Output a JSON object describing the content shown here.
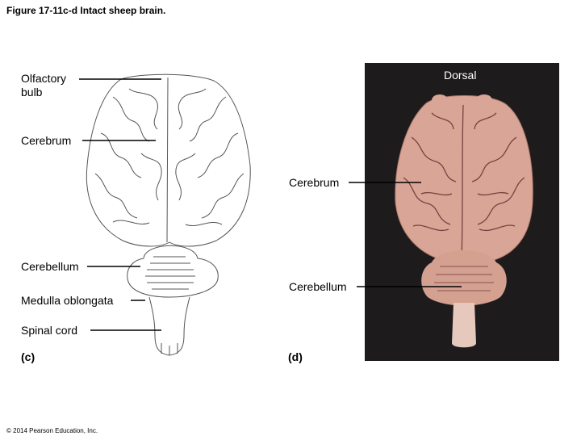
{
  "figure_title": "Figure 17-11c-d  Intact sheep brain.",
  "panel_c": {
    "letter": "(c)",
    "labels": {
      "olfactory_bulb": "Olfactory bulb",
      "cerebrum": "Cerebrum",
      "cerebellum": "Cerebellum",
      "medulla_oblongata": "Medulla oblongata",
      "spinal_cord": "Spinal cord"
    }
  },
  "panel_d": {
    "letter": "(d)",
    "view": "Dorsal",
    "labels": {
      "cerebrum": "Cerebrum",
      "cerebellum": "Cerebellum"
    },
    "colors": {
      "background": "#1d1b1c",
      "tissue": "#d9a596",
      "sulci": "#7a4040"
    }
  },
  "copyright": "© 2014 Pearson Education, Inc."
}
